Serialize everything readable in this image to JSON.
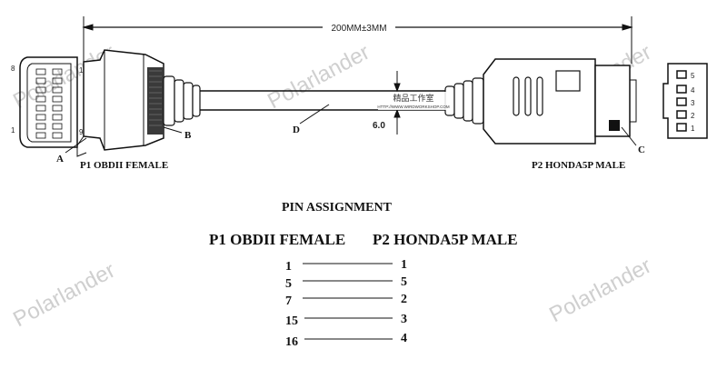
{
  "diagram": {
    "dimension": "200MM±3MM",
    "thickness": "6.0",
    "callouts": {
      "a": "A",
      "b": "B",
      "c": "C",
      "d": "D"
    },
    "p1_caption": "P1 OBDII FEMALE",
    "p2_caption": "P2 HONDA5P MALE",
    "obd_pins": {
      "top_left": "8",
      "top_right": "16",
      "bottom_left": "1",
      "bottom_right": "9"
    },
    "honda_pins": [
      "5",
      "4",
      "3",
      "2",
      "1"
    ]
  },
  "pin_assignment": {
    "title": "PIN ASSIGNMENT",
    "p1_header": "P1 OBDII FEMALE",
    "p2_header": "P2 HONDA5P MALE",
    "rows": [
      {
        "p1": "1",
        "p2": "1"
      },
      {
        "p1": "5",
        "p2": "5"
      },
      {
        "p1": "7",
        "p2": "2"
      },
      {
        "p1": "15",
        "p2": "3"
      },
      {
        "p1": "16",
        "p2": "4"
      }
    ]
  },
  "watermark": "Polarlander",
  "brand_mark": "精品工作室",
  "brand_url": "HTTP://WWW.WIRDWORKSHOP.COM"
}
